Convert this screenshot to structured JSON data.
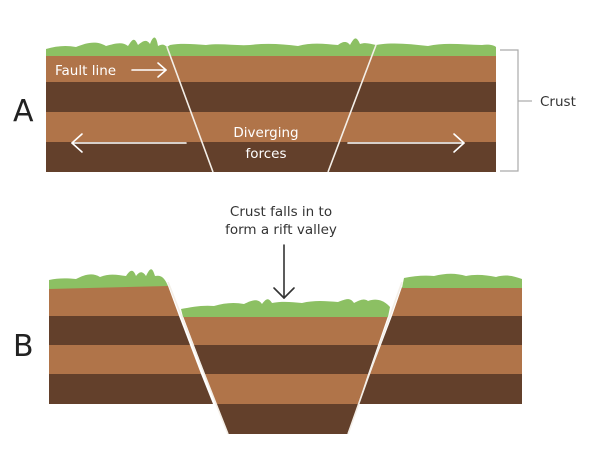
{
  "panel_a": {
    "letter": "A",
    "fault_label": "Fault line",
    "forces_label_line1": "Diverging",
    "forces_label_line2": "forces",
    "crust_label": "Crust"
  },
  "panel_b": {
    "letter": "B",
    "caption_line1": "Crust falls in to",
    "caption_line2": "form a rift valley"
  },
  "colors": {
    "grass": "#8cc063",
    "light_rock": "#b07449",
    "dark_rock": "#63402b",
    "text": "#333333",
    "arrow": "#ffffff",
    "bracket": "#aaaaaa"
  }
}
